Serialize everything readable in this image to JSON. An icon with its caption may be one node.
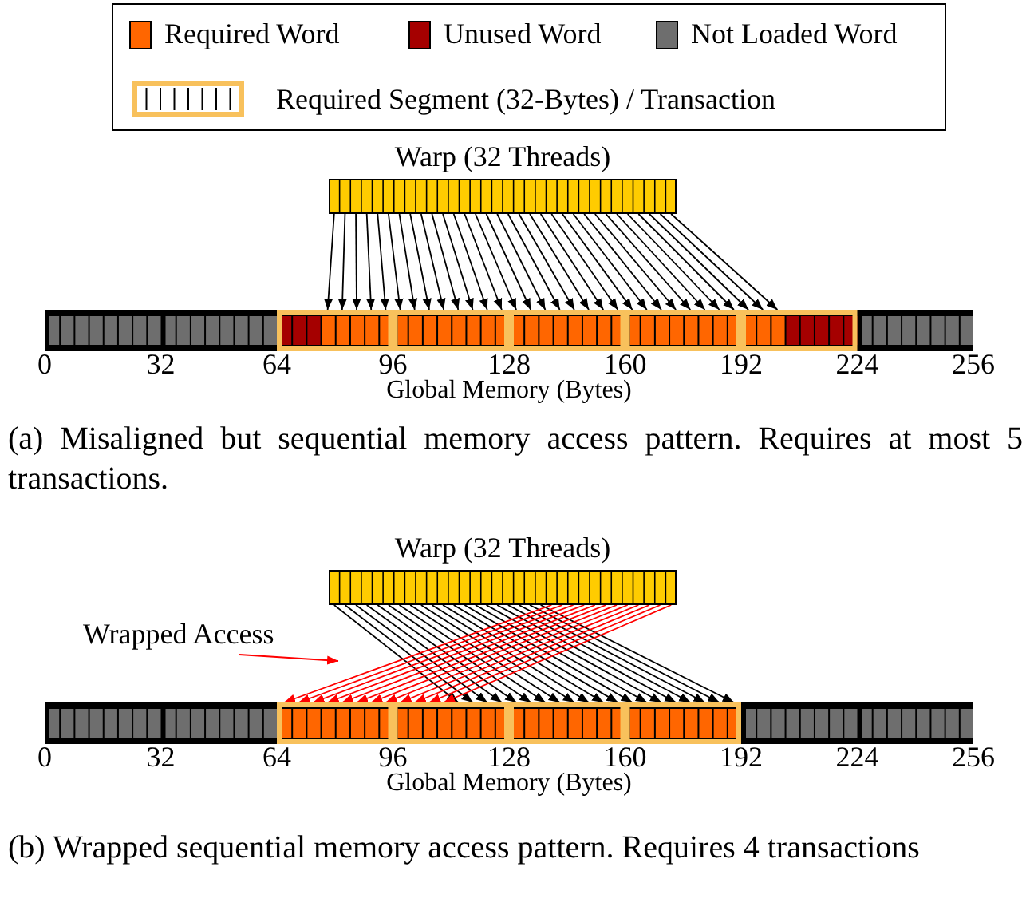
{
  "diagram": {
    "nodes": [
      {
        "text": [
          "Warp (32 Threads)"
        ]
      },
      {
        "text": [],
        "shape": "bar"
      },
      {
        "text": [
          "Warp (32 Threads)"
        ]
      },
      {
        "text": [
          "Wrapped Access"
        ]
      },
      {
        "text": [],
        "shape": "bar"
      }
    ],
    "edges": [
      {
        "from": 0,
        "to": 1,
        "arrow": "to"
      },
      {
        "from": 0,
        "to": 1,
        "arrow": "to"
      },
      {
        "from": 0,
        "to": 1,
        "arrow": "to"
      },
      {
        "from": 0,
        "to": 1,
        "arrow": "to"
      },
      {
        "from": 0,
        "to": 1,
        "arrow": "to"
      },
      {
        "from": 0,
        "to": 1,
        "arrow": "to"
      },
      {
        "from": 0,
        "to": 1,
        "arrow": "to"
      },
      {
        "from": 0,
        "to": 1,
        "arrow": "to"
      },
      {
        "from": 0,
        "to": 1,
        "arrow": "to"
      },
      {
        "from": 0,
        "to": 1,
        "arrow": "to"
      },
      {
        "from": 0,
        "to": 1,
        "arrow": "to"
      },
      {
        "from": 0,
        "to": 1,
        "arrow": "to"
      },
      {
        "from": 0,
        "to": 1,
        "arrow": "to"
      },
      {
        "from": 0,
        "to": 1,
        "arrow": "to"
      },
      {
        "from": 0,
        "to": 1,
        "arrow": "to"
      },
      {
        "from": 0,
        "to": 1,
        "arrow": "to"
      },
      {
        "from": 0,
        "to": 1,
        "arrow": "to"
      },
      {
        "from": 0,
        "to": 1,
        "arrow": "to"
      },
      {
        "from": 0,
        "to": 1,
        "arrow": "to"
      },
      {
        "from": 0,
        "to": 1,
        "arrow": "to"
      },
      {
        "from": 0,
        "to": 1,
        "arrow": "to"
      },
      {
        "from": 0,
        "to": 1,
        "arrow": "to"
      },
      {
        "from": 0,
        "to": 1,
        "arrow": "to"
      },
      {
        "from": 0,
        "to": 1,
        "arrow": "to"
      },
      {
        "from": 0,
        "to": 1,
        "arrow": "to"
      },
      {
        "from": 0,
        "to": 1,
        "arrow": "to"
      },
      {
        "from": 0,
        "to": 1,
        "arrow": "to"
      },
      {
        "from": 0,
        "to": 1,
        "arrow": "to"
      },
      {
        "from": 0,
        "to": 1,
        "arrow": "to"
      },
      {
        "from": 0,
        "to": 1,
        "arrow": "to"
      },
      {
        "from": 0,
        "to": 1,
        "arrow": "to"
      },
      {
        "from": 0,
        "to": 1,
        "arrow": "to"
      },
      {
        "from": 2,
        "to": 4,
        "arrow": "to"
      },
      {
        "from": 2,
        "to": 4,
        "arrow": "to"
      },
      {
        "from": 2,
        "to": 4,
        "arrow": "to"
      },
      {
        "from": 2,
        "to": 4,
        "arrow": "to"
      },
      {
        "from": 2,
        "to": 4,
        "arrow": "to"
      },
      {
        "from": 2,
        "to": 4,
        "arrow": "to"
      },
      {
        "from": 2,
        "to": 4,
        "arrow": "to"
      },
      {
        "from": 2,
        "to": 4,
        "arrow": "to"
      },
      {
        "from": 2,
        "to": 4,
        "arrow": "to"
      },
      {
        "from": 2,
        "to": 4,
        "arrow": "to"
      },
      {
        "from": 2,
        "to": 4,
        "arrow": "to"
      },
      {
        "from": 2,
        "to": 4,
        "arrow": "to"
      },
      {
        "from": 2,
        "to": 4,
        "arrow": "to"
      },
      {
        "from": 2,
        "to": 4,
        "arrow": "to"
      },
      {
        "from": 2,
        "to": 4,
        "arrow": "to"
      },
      {
        "from": 2,
        "to": 4,
        "arrow": "to"
      },
      {
        "from": 2,
        "to": 4,
        "arrow": "to"
      },
      {
        "from": 2,
        "to": 4,
        "arrow": "to"
      },
      {
        "from": 2,
        "to": 4,
        "arrow": "to"
      },
      {
        "from": 2,
        "to": 4,
        "arrow": "to"
      },
      {
        "from": 2,
        "to": 4,
        "arrow": "to",
        "color": "#ff0000"
      },
      {
        "from": 2,
        "to": 4,
        "arrow": "to",
        "color": "#ff0000"
      },
      {
        "from": 2,
        "to": 4,
        "arrow": "to",
        "color": "#ff0000"
      },
      {
        "from": 2,
        "to": 4,
        "arrow": "to",
        "color": "#ff0000"
      },
      {
        "from": 2,
        "to": 4,
        "arrow": "to",
        "color": "#ff0000"
      },
      {
        "from": 2,
        "to": 4,
        "arrow": "to",
        "color": "#ff0000"
      },
      {
        "from": 2,
        "to": 4,
        "arrow": "to",
        "color": "#ff0000"
      },
      {
        "from": 2,
        "to": 4,
        "arrow": "to",
        "color": "#ff0000"
      },
      {
        "from": 2,
        "to": 4,
        "arrow": "to",
        "color": "#ff0000"
      },
      {
        "from": 2,
        "to": 4,
        "arrow": "to",
        "color": "#ff0000"
      },
      {
        "from": 2,
        "to": 4,
        "arrow": "to",
        "color": "#ff0000"
      },
      {
        "from": 2,
        "to": 4,
        "arrow": "to",
        "color": "#ff0000"
      },
      {
        "from": 3,
        "to": null,
        "arrow": "to",
        "color": "#ff0000"
      }
    ],
    "labels": [
      "0",
      "32",
      "64",
      "96",
      "128",
      "160",
      "192",
      "224",
      "256",
      "Global Memory (Bytes)",
      "(a) Misaligned but sequential memory access pattern. Requires at most 5 transactions.",
      "0",
      "32",
      "64",
      "96",
      "128",
      "160",
      "192",
      "224",
      "256",
      "Global Memory (Bytes)",
      "(b) Wrapped sequential memory access pattern.  Requires 4 transactions"
    ],
    "legend": [
      {
        "text": "Required Word",
        "color": "#ff6600"
      },
      {
        "text": "Unused Word",
        "color": "#a50000"
      },
      {
        "text": "Not Loaded Word",
        "color": "#6e6e6e"
      },
      {
        "text": "Required Segment (32-Bytes) / Transaction"
      }
    ]
  }
}
